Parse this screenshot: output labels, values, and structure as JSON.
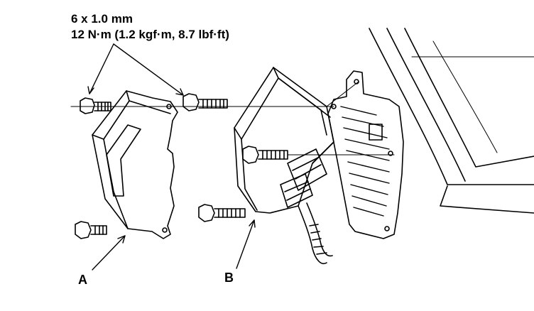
{
  "fastener_spec": {
    "size": "6 x 1.0 mm",
    "torque": "12 N·m (1.2 kgf·m, 8.7 lbf·ft)"
  },
  "callouts": {
    "a": "A",
    "b": "B"
  }
}
